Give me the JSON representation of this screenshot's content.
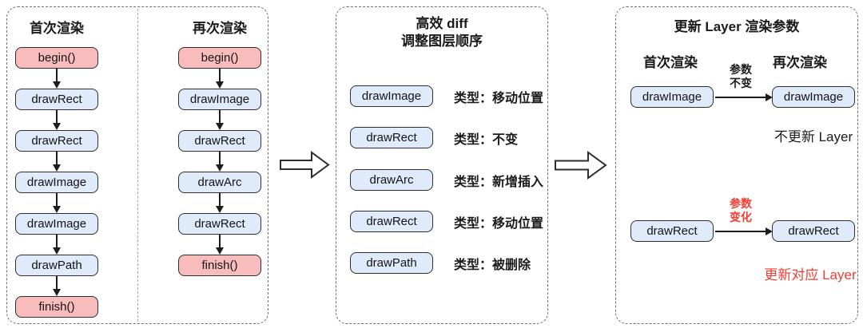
{
  "colors": {
    "pink_fill": "#f8bcbd",
    "blue_fill": "#dfeafa",
    "red_text": "#f53c31",
    "box_border": "#2e2e2e",
    "panel_border": "#6f6f6f"
  },
  "left_panel": {
    "col1": {
      "title": "首次渲染",
      "boxes": [
        "begin()",
        "drawRect",
        "drawRect",
        "drawImage",
        "drawImage",
        "drawPath",
        "finish()"
      ]
    },
    "col2": {
      "title": "再次渲染",
      "boxes": [
        "begin()",
        "drawImage",
        "drawRect",
        "drawArc",
        "drawRect",
        "finish()"
      ]
    }
  },
  "middle_panel": {
    "title": "高效 diff\n调整图层顺序",
    "rows": [
      {
        "box": "drawImage",
        "type": "类型：移动位置"
      },
      {
        "box": "drawRect",
        "type": "类型：不变"
      },
      {
        "box": "drawArc",
        "type": "类型：新增插入"
      },
      {
        "box": "drawRect",
        "type": "类型：移动位置"
      },
      {
        "box": "drawPath",
        "type": "类型：被删除"
      }
    ]
  },
  "right_panel": {
    "title": "更新 Layer 渲染参数",
    "col_left": "首次渲染",
    "col_right": "再次渲染",
    "rows": [
      {
        "from": "drawImage",
        "to": "drawImage",
        "arrow_label": "参数\n不变",
        "note": "不更新 Layer",
        "status": "params-unchanged"
      },
      {
        "from": "drawRect",
        "to": "drawRect",
        "arrow_label": "参数\n变化",
        "note": "更新对应 Layer",
        "status": "params-changed"
      }
    ]
  }
}
